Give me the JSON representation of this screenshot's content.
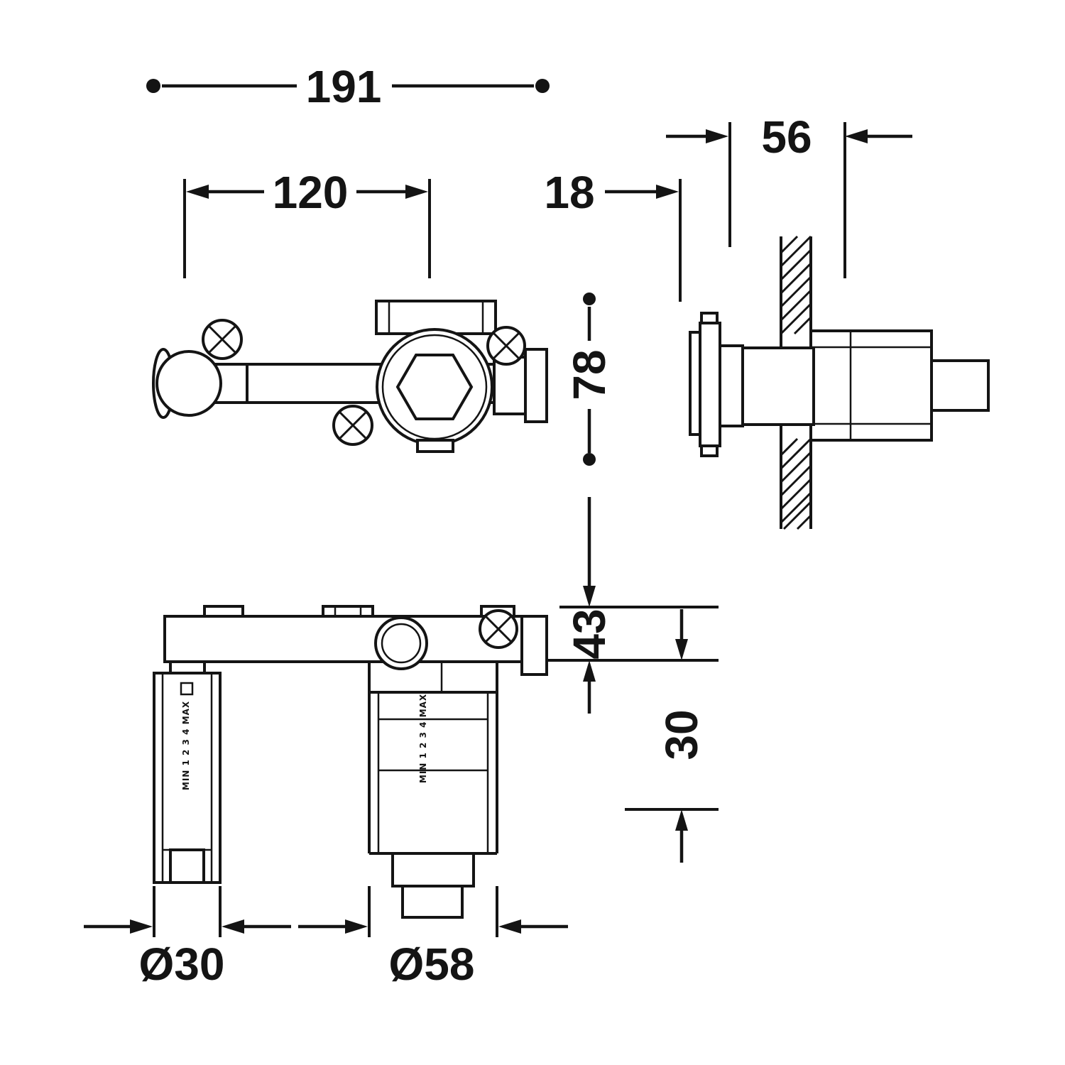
{
  "colors": {
    "ink": "#141414",
    "paper": "#ffffff"
  },
  "dims": {
    "d191": "191",
    "d120": "120",
    "d56": "56",
    "d18": "18",
    "d78": "78",
    "d43": "43",
    "d30": "30",
    "dia30": "Ø30",
    "dia58": "Ø58"
  },
  "markings": {
    "left_cartridge": "MIN 1 2 3 4 MAX",
    "right_cartridge": "MIN 1 2 3 4 MAX"
  }
}
